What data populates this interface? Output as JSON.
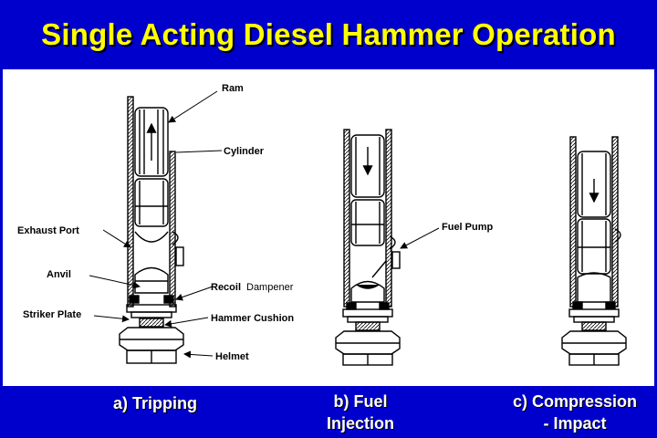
{
  "title": "Single Acting Diesel Hammer Operation",
  "labels": {
    "ram": "Ram",
    "cylinder": "Cylinder",
    "exhaust_port": "Exhaust Port",
    "anvil": "Anvil",
    "recoil_dampener_a": "Recoil",
    "recoil_dampener_b": "Dampener",
    "striker_plate": "Striker Plate",
    "hammer_cushion": "Hammer Cushion",
    "helmet": "Helmet",
    "fuel_pump": "Fuel Pump"
  },
  "captions": {
    "a_line1": "a) Tripping",
    "b_line1": "b) Fuel",
    "b_line2": "Injection",
    "c_line1": "c) Compression",
    "c_line2": "- Impact"
  },
  "colors": {
    "background": "#0000cc",
    "title": "#ffff00",
    "panel": "#ffffff",
    "caption": "#ffffff"
  }
}
